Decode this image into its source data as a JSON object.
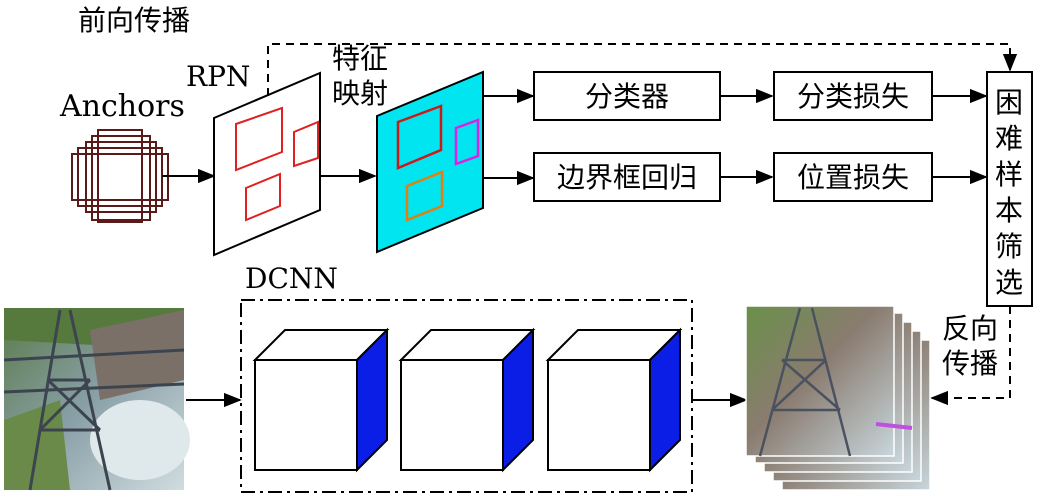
{
  "labels": {
    "forward": "前向传播",
    "anchors": "Anchors",
    "rpn": "RPN",
    "feature_map": [
      "特征",
      "映射"
    ],
    "classifier": "分类器",
    "cls_loss": "分类损失",
    "bbox_reg": "边界框回归",
    "loc_loss": "位置损失",
    "hard_mining": [
      "困",
      "难",
      "样",
      "本",
      "筛",
      "选"
    ],
    "dcnn": "DCNN",
    "backward": [
      "反向",
      "传播"
    ]
  },
  "colors": {
    "anchor_box": "#5a1a1a",
    "rpn_box": "#e02020",
    "feature_bg": "#00e5f0",
    "feature_box_red": "#d01818",
    "feature_box_magenta": "#e020e0",
    "feature_box_orange": "#e08010",
    "cube_side": "#0a1ee6",
    "sky": "#b8d0d8",
    "grass": "#5a8a3a",
    "ground": "#8a7a70",
    "water": "#c8d8e0",
    "tower": "#4a5260"
  }
}
